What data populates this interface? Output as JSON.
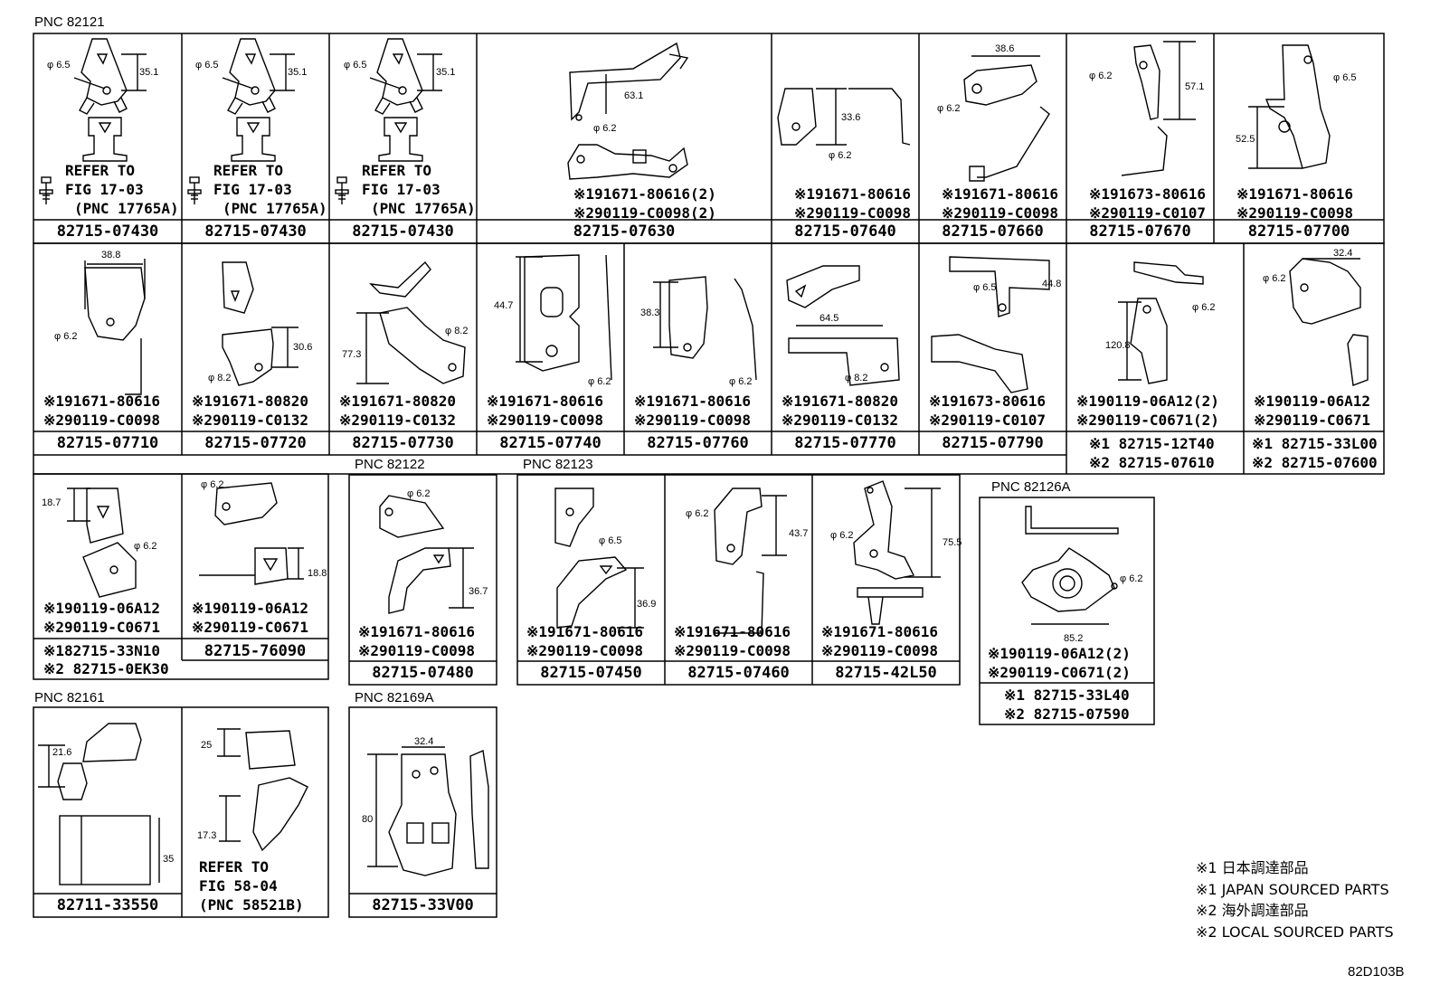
{
  "pnc_labels": {
    "p82121": "PNC 82121",
    "p82122": "PNC 82122",
    "p82123": "PNC 82123",
    "p82126a": "PNC 82126A",
    "p82161": "PNC 82161",
    "p82169a": "PNC 82169A"
  },
  "refer": {
    "line1": "REFER TO",
    "line2": "FIG 17-03",
    "line3": "(PNC 17765A)",
    "fig58_1": "REFER TO",
    "fig58_2": "FIG 58-04",
    "fig58_3": "(PNC 58521B)"
  },
  "row1": [
    {
      "pn": "82715-07430"
    },
    {
      "pn": "82715-07430"
    },
    {
      "pn": "82715-07430"
    },
    {
      "pn": "82715-07630",
      "a": "※191671-80616(2)",
      "b": "※290119-C0098(2)"
    },
    {
      "pn": "82715-07640",
      "a": "※191671-80616",
      "b": "※290119-C0098"
    },
    {
      "pn": "82715-07660",
      "a": "※191671-80616",
      "b": "※290119-C0098"
    },
    {
      "pn": "82715-07670",
      "a": "※191673-80616",
      "b": "※290119-C0107"
    },
    {
      "pn": "82715-07700",
      "a": "※191671-80616",
      "b": "※290119-C0098"
    }
  ],
  "row2": [
    {
      "pn": "82715-07710",
      "a": "※191671-80616",
      "b": "※290119-C0098"
    },
    {
      "pn": "82715-07720",
      "a": "※191671-80820",
      "b": "※290119-C0132"
    },
    {
      "pn": "82715-07730",
      "a": "※191671-80820",
      "b": "※290119-C0132"
    },
    {
      "pn": "82715-07740",
      "a": "※191671-80616",
      "b": "※290119-C0098"
    },
    {
      "pn": "82715-07760",
      "a": "※191671-80616",
      "b": "※290119-C0098"
    },
    {
      "pn": "82715-07770",
      "a": "※191671-80820",
      "b": "※290119-C0132"
    },
    {
      "pn": "82715-07790",
      "a": "※191673-80616",
      "b": "※290119-C0107"
    },
    {
      "a": "※190119-06A12(2)",
      "b": "※290119-C0671(2)",
      "s1": "※1 82715-12T40",
      "s2": "※2 82715-07610"
    },
    {
      "a": "※190119-06A12",
      "b": "※290119-C0671",
      "s1": "※1 82715-33L00",
      "s2": "※2 82715-07600"
    }
  ],
  "row3": [
    {
      "a": "※190119-06A12",
      "b": "※290119-C0671",
      "s1": "※182715-33N10",
      "s2": "※2 82715-0EK30"
    },
    {
      "pn": "82715-76090",
      "a": "※190119-06A12",
      "b": "※290119-C0671"
    },
    {
      "pn": "82715-07480",
      "a": "※191671-80616",
      "b": "※290119-C0098"
    },
    {
      "pn": "82715-07450",
      "a": "※191671-80616",
      "b": "※290119-C0098"
    },
    {
      "pn": "82715-07460",
      "a": "※191671-80616",
      "b": "※290119-C0098"
    },
    {
      "pn": "82715-42L50",
      "a": "※191671-80616",
      "b": "※290119-C0098"
    },
    {
      "a": "※190119-06A12(2)",
      "b": "※290119-C0671(2)",
      "s1": "※1 82715-33L40",
      "s2": "※2 82715-07590"
    }
  ],
  "row4": [
    {
      "pn": "82711-33550"
    },
    {
      "pn": ""
    },
    {
      "pn": "82715-33V00"
    }
  ],
  "legend": [
    "※1 日本調達部品",
    "※1 JAPAN SOURCED PARTS",
    "※2 海外調達部品",
    "※2 LOCAL SOURCED PARTS"
  ],
  "figure_code": "82D103B",
  "dims": {
    "d35_1": "35.1",
    "phi65": "φ 6.5",
    "phi62": "φ 6.2",
    "phi82": "φ 8.2",
    "d63_1": "63.1",
    "d33_6": "33.6",
    "d38_6": "38.6",
    "d57_1": "57.1",
    "d52_5": "52.5",
    "d38_8": "38.8",
    "d30_6": "30.6",
    "d77_3": "77.3",
    "d44_7": "44.7",
    "d38_3": "38.3",
    "d64_5": "64.5",
    "d44_8": "44.8",
    "d120_8": "120.8",
    "d32_4": "32.4",
    "d18_7": "18.7",
    "d18_8": "18.8",
    "d36_7": "36.7",
    "d36_9": "36.9",
    "d43_7": "43.7",
    "d75_5": "75.5",
    "d85_2": "85.2",
    "d21_6": "21.6",
    "d35": "35",
    "d25": "25",
    "d17_3": "17.3",
    "d80": "80"
  }
}
